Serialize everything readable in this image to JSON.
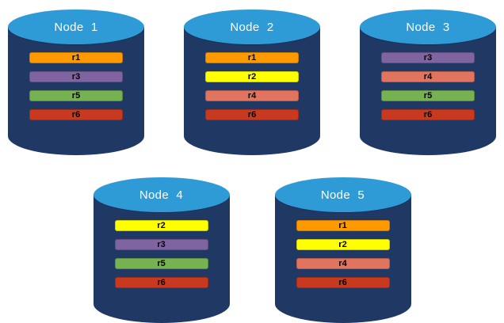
{
  "diagram": {
    "title": "replica-distribution-across-nodes",
    "colors": {
      "cylinder_body": "#1F3864",
      "cylinder_top": "#2E9BD6",
      "node_label_text": "#FFFFFF",
      "bar_text": "#000000",
      "background": "#FFFFFF"
    },
    "replica_colors": {
      "r1": "#FF9900",
      "r2": "#FFFF00",
      "r3": "#8064A2",
      "r4": "#E0745E",
      "r5": "#76B152",
      "r6": "#C9391F"
    },
    "nodes": [
      {
        "label": "Node 1",
        "replicas": [
          "r1",
          "r3",
          "r5",
          "r6"
        ]
      },
      {
        "label": "Node 2",
        "replicas": [
          "r1",
          "r2",
          "r4",
          "r6"
        ]
      },
      {
        "label": "Node 3",
        "replicas": [
          "r3",
          "r4",
          "r5",
          "r6"
        ]
      },
      {
        "label": "Node 4",
        "replicas": [
          "r2",
          "r3",
          "r5",
          "r6"
        ]
      },
      {
        "label": "Node 5",
        "replicas": [
          "r1",
          "r2",
          "r4",
          "r6"
        ]
      }
    ]
  }
}
